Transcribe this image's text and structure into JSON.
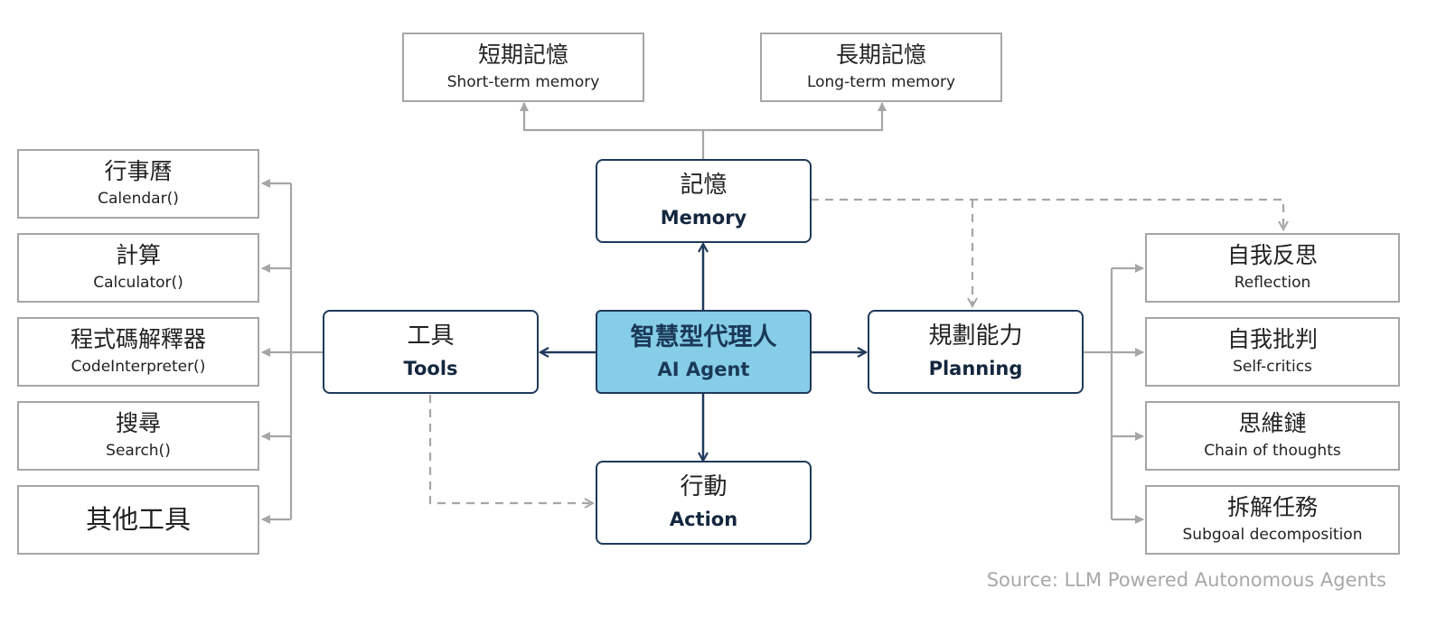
{
  "center": {
    "zh": "智慧型代理人",
    "en": "AI Agent"
  },
  "memory": {
    "zh": "記憶",
    "en": "Memory"
  },
  "tools": {
    "zh": "工具",
    "en": "Tools"
  },
  "planning": {
    "zh": "規劃能力",
    "en": "Planning"
  },
  "action": {
    "zh": "行動",
    "en": "Action"
  },
  "memory_types": [
    {
      "zh": "短期記憶",
      "en": "Short-term memory"
    },
    {
      "zh": "長期記憶",
      "en": "Long-term memory"
    }
  ],
  "tool_list": [
    {
      "zh": "行事曆",
      "en": "Calendar()"
    },
    {
      "zh": "計算",
      "en": "Calculator()"
    },
    {
      "zh": "程式碼解釋器",
      "en": "CodeInterpreter()"
    },
    {
      "zh": "搜尋",
      "en": "Search()"
    },
    {
      "zh": "其他工具",
      "en": ""
    }
  ],
  "planning_list": [
    {
      "zh": "自我反思",
      "en": "Reflection"
    },
    {
      "zh": "自我批判",
      "en": "Self-critics"
    },
    {
      "zh": "思維鏈",
      "en": "Chain of thoughts"
    },
    {
      "zh": "拆解任務",
      "en": "Subgoal decomposition"
    }
  ],
  "source": "Source: LLM Powered Autonomous Agents",
  "colors": {
    "navy": "#1f3a5a",
    "agent_fill": "#86cde8",
    "grey": "#a6a6a6"
  }
}
